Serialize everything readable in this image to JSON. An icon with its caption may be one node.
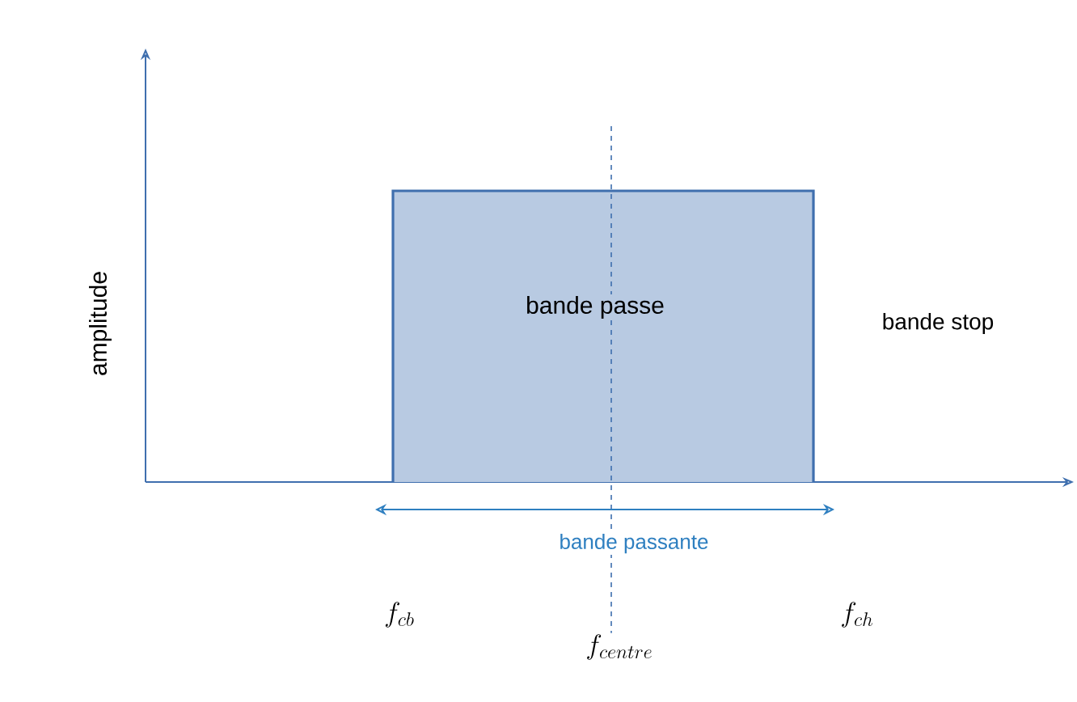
{
  "diagram": {
    "nodes": [
      {
        "text": [
          "bande passe"
        ]
      }
    ],
    "edges": [],
    "labels": [
      "amplitude",
      "bande stop",
      "bande passante",
      "f_{cb}",
      "f_{centre}",
      "f_{ch}"
    ]
  }
}
